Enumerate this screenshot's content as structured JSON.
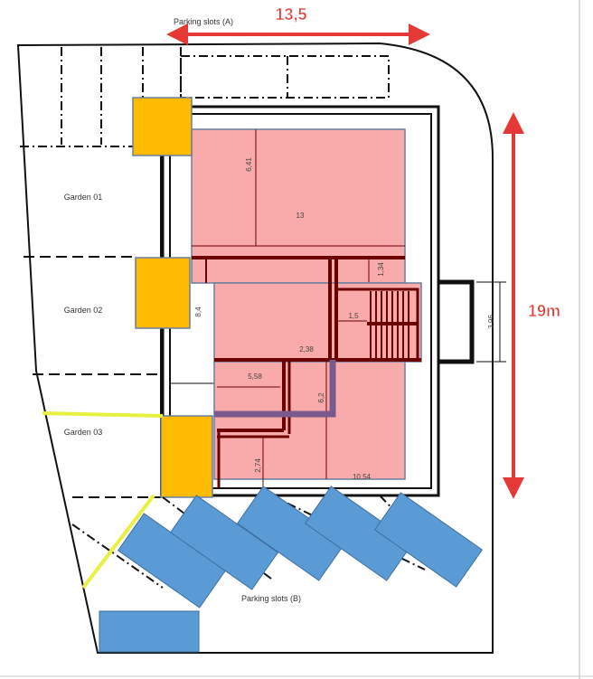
{
  "labels": {
    "parking_a": "Parking slots (A)",
    "parking_b": "Parking slots (B)",
    "garden_01": "Garden 01",
    "garden_02": "Garden 02",
    "garden_03": "Garden 03"
  },
  "dimensions": {
    "width_total": "13,5",
    "height_total": "19m",
    "d_6_41": "6,41",
    "d_13": "13",
    "d_1_34": "1,34",
    "d_8_4": "8,4",
    "d_1_5": "1,5",
    "d_2_38": "2,38",
    "d_5_58": "5,58",
    "d_6_2": "6,2",
    "d_2_74": "2,74",
    "d_10_54": "10,54",
    "d_3_96": "3,96"
  },
  "colors": {
    "arrow": "#e53935",
    "building_zone": "#f9a5a5",
    "entrance": "#ffbb00",
    "parking_car": "#5b9bd5",
    "boundary_line": "#e8f040",
    "wall": "#5a0000"
  }
}
